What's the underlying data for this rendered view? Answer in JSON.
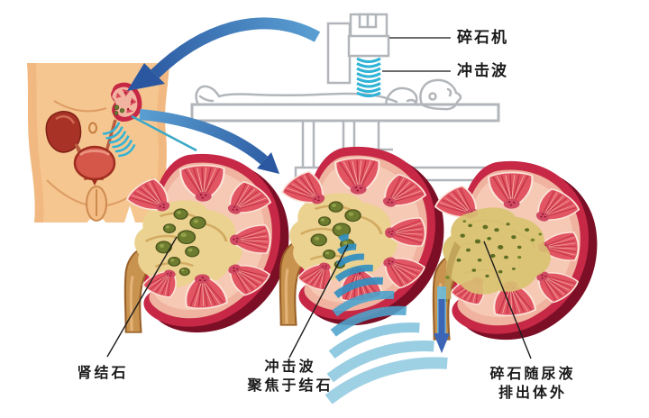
{
  "diagram": {
    "machine": {
      "label": "碎石机"
    },
    "shockwave": {
      "label": "冲击波"
    },
    "stages": [
      {
        "id": "kidney-stones",
        "label_lines": [
          "肾结石"
        ]
      },
      {
        "id": "shockwave-focus",
        "label_lines": [
          "冲击波",
          "聚焦于结石"
        ]
      },
      {
        "id": "fragments-expelled",
        "label_lines": [
          "碎石随尿液",
          "排出体外"
        ]
      }
    ],
    "icons": {
      "left_arrow": "curved-arrow-down-left-icon",
      "right_arrow": "curved-arrow-down-right-icon",
      "urine_arrow": "down-arrow-icon",
      "shockwave_coil": "shockwave-coil-icon"
    },
    "colors": {
      "arrow_blue_dark": "#2a57a0",
      "arrow_blue_light": "#5a9fd2",
      "wave_cyan": "#2fb3d6",
      "fan_blue": "#338fc0",
      "fan_blue_light": "#7fc2dc",
      "kidney_red": "#c62846",
      "kidney_maroon": "#7c0f26",
      "cortex_pink": "#f0b3a0",
      "pyramid_red": "#e25563",
      "pelvis_tan": "#ecd290",
      "stone_olive": "#6d7c2e",
      "ureter_brown": "#c8924f",
      "skin": "#f6c690",
      "outline_gray": "#b2b6ba",
      "label_black": "#1a1a1a"
    }
  }
}
